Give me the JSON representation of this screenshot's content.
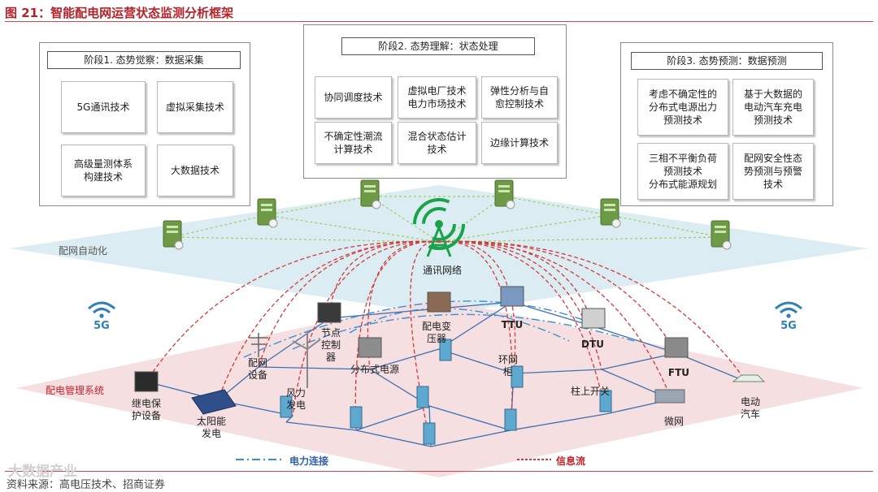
{
  "figure": {
    "title": "图 21：智能配电网运营状态监测分析框架",
    "source": "资料来源：高电压技术、招商证券",
    "watermark": "大数据产业"
  },
  "phases": [
    {
      "title": "阶段1. 态势觉察：数据采集",
      "items": [
        "5G通讯技术",
        "虚拟采集技术",
        "高级量测体系\n构建技术",
        "大数据技术"
      ]
    },
    {
      "title": "阶段2. 态势理解：状态处理",
      "items": [
        "协同调度技术",
        "虚拟电厂技术\n电力市场技术",
        "弹性分析与自\n愈控制技术",
        "不确定性潮流\n计算技术",
        "混合状态估计\n技术",
        "边缘计算技术"
      ]
    },
    {
      "title": "阶段3. 态势预测：数据预测",
      "items": [
        "考虑不确定性的\n分布式电源出力\n预测技术",
        "基于大数据的\n电动汽车充电\n预测技术",
        "三相不平衡负荷\n预测技术\n分布式能源规划",
        "配网安全性态\n势预测与预警\n技术"
      ]
    }
  ],
  "layers": {
    "automation": "配网自动化",
    "management": "配电管理系统"
  },
  "network": {
    "hub": "通讯网络",
    "badge": "5G",
    "devices": [
      "继电保\n护设备",
      "太阳能\n发电",
      "配网\n设备",
      "风力\n发电",
      "节点\n控制\n器",
      "分布式电源",
      "配电变\n压器",
      "TTU",
      "环网\n柜",
      "DTU",
      "柱上开关",
      "FTU",
      "微网",
      "电动\n汽车"
    ]
  },
  "legend": {
    "power": "电力连接",
    "info": "信息流"
  },
  "colors": {
    "title": "#b5222a",
    "info_flow": "#d43a3a",
    "power_flow": "#3a8fd0",
    "layer_top": "#d5eaf0",
    "layer_bottom": "#f4dcde",
    "signal": "#1aa34a"
  }
}
